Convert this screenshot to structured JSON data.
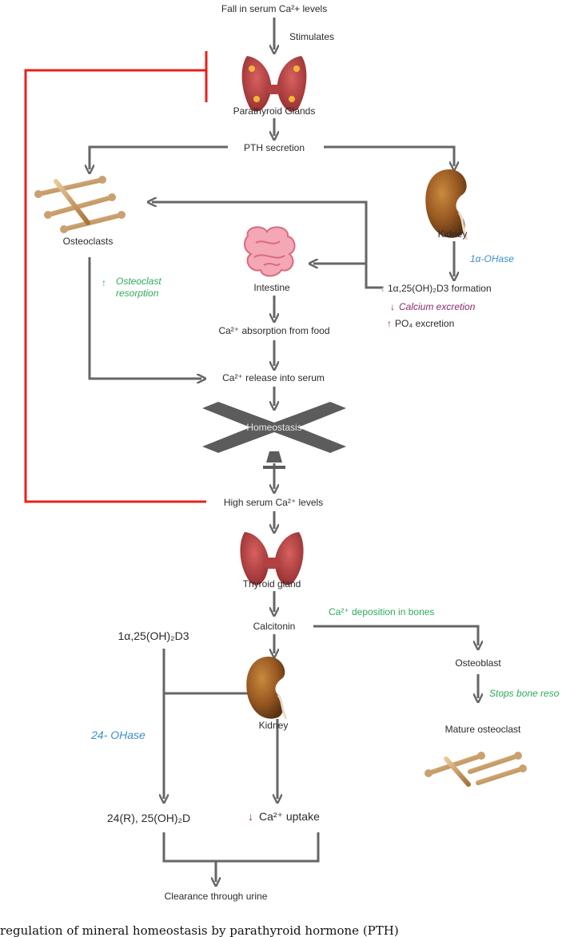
{
  "labels": {
    "fall_serum": "Fall in serum Ca²+ levels",
    "stimulates": "Stimulates",
    "parathyroid": "Parathyroid Glands",
    "pth_secretion": "PTH secretion",
    "osteoclasts": "Osteoclasts",
    "kidney_top": "Kidney",
    "one_alpha_ohase": "1α-OHase",
    "osteoclast_resorption_1": "Osteoclast",
    "osteoclast_resorption_2": "resorption",
    "intestine": "Intestine",
    "formation": "1α,25(OH)₂D3 formation",
    "calcium_excretion": "Calcium excretion",
    "po4_excretion": "PO₄ excretion",
    "absorption": "Ca²⁺ absorption from food",
    "release": "Ca²⁺ release into serum",
    "homeostasis": "Homeostasis",
    "high_serum": "High serum Ca²⁺ levels",
    "thyroid": "Thyroid gland",
    "calcitonin": "Calcitonin",
    "deposition": "Ca²⁺ deposition in bones",
    "vit_d": "1α,25(OH)₂D3",
    "osteoblast": "Osteoblast",
    "stops_bone": "Stops bone reso",
    "ohase_24": "24- OHase",
    "kidney_bottom": "Kidney",
    "mature_osteoclast": "Mature osteoclast",
    "metabolite": "24(R), 25(OH)₂D",
    "uptake": "Ca²⁺ uptake",
    "clearance": "Clearance through urine",
    "caption": "regulation of mineral homeostasis by parathyroid hormone (PTH)"
  },
  "colors": {
    "arrow": "#666666",
    "feedback": "#e8201e",
    "green": "#2eaa5a",
    "blue": "#3a8fc8",
    "purple": "#8a2a6a"
  },
  "icons": [
    "parathyroid-gland-icon",
    "bones-icon",
    "kidney-icon",
    "intestine-icon",
    "balance-scale-icon",
    "thyroid-gland-icon"
  ]
}
